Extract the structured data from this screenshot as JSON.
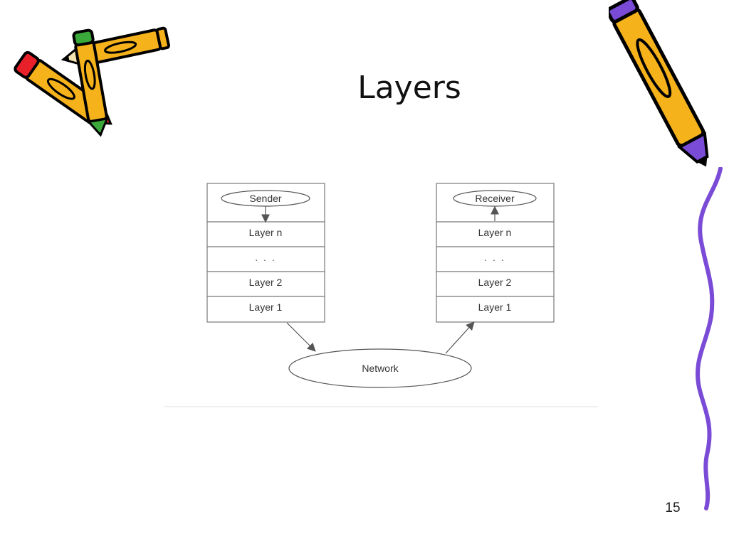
{
  "slide": {
    "title": "Layers",
    "page_number": "15"
  },
  "diagram": {
    "sender_stack": {
      "top": "Sender",
      "layers": [
        "Layer n",
        ". . .",
        "Layer 2",
        "Layer 1"
      ]
    },
    "receiver_stack": {
      "top": "Receiver",
      "layers": [
        "Layer n",
        ". . .",
        "Layer 2",
        "Layer 1"
      ]
    },
    "network": "Network"
  },
  "clipart": [
    "crossed-pencils-icon",
    "purple-pencil-icon",
    "squiggle-line-icon"
  ],
  "colors": {
    "pencil_yellow": "#f6b21b",
    "pencil_red": "#e8202a",
    "pencil_green": "#3aa93a",
    "pencil_purple": "#7a4bd6",
    "squiggle_purple": "#7a4bd6",
    "box_border": "#777777"
  }
}
